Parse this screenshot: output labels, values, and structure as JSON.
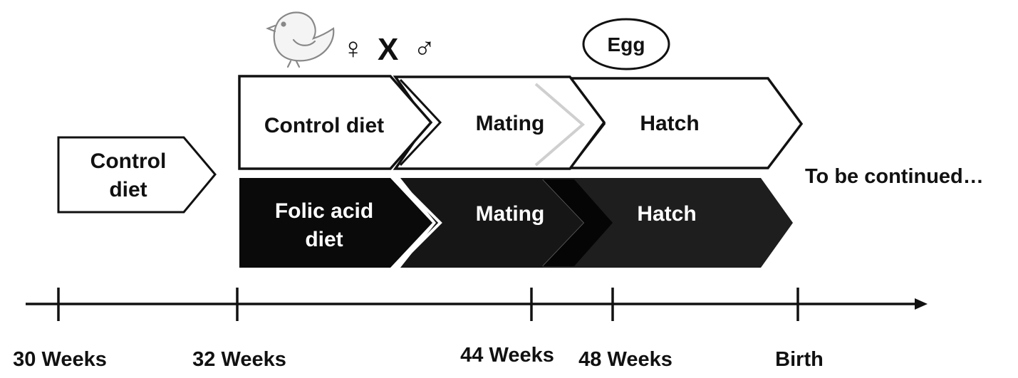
{
  "top_row": {
    "control_diet": "Control diet",
    "mating": "Mating",
    "hatch": "Hatch"
  },
  "bottom_row": {
    "folic_line1": "Folic acid",
    "folic_line2": "diet",
    "mating": "Mating",
    "hatch": "Hatch"
  },
  "pre_phase": {
    "line1": "Control",
    "line2": "diet"
  },
  "egg_label": "Egg",
  "cross": {
    "female_symbol": "♀",
    "cross_mark": "X",
    "male_symbol": "♂"
  },
  "continued": "To be continued…",
  "timeline": {
    "ticks": [
      "30 Weeks",
      "32 Weeks",
      "44 Weeks",
      "48 Weeks",
      "Birth"
    ]
  },
  "colors": {
    "outline": "#111111",
    "dark_fill": "#0a0a0a",
    "mid_fill": "#1c1c1c",
    "white_fill": "#ffffff"
  },
  "icons": [
    "chick-icon",
    "female-symbol",
    "male-symbol"
  ]
}
